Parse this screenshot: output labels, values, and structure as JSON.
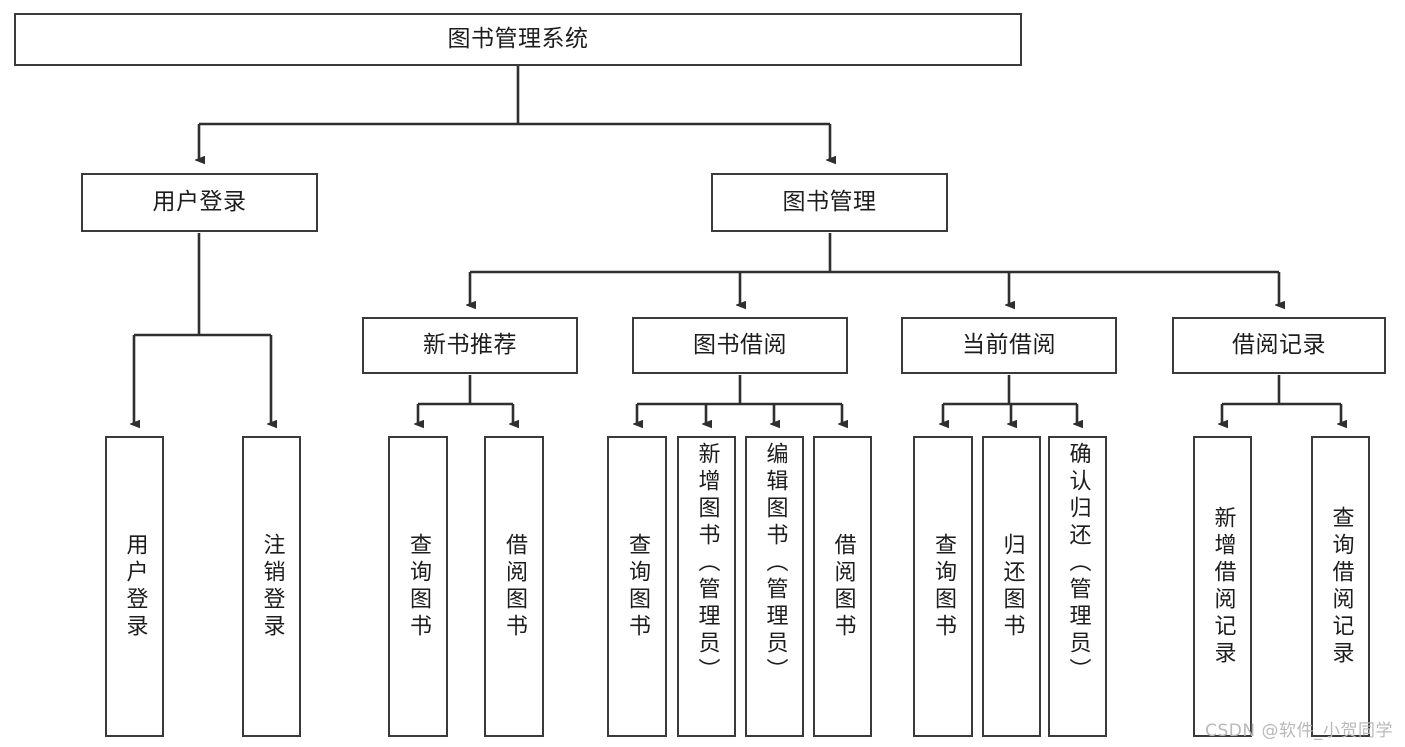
{
  "diagram": {
    "title": "图书管理系统",
    "type": "tree-hierarchy-chart",
    "root": {
      "label": "图书管理系统"
    },
    "level2": [
      {
        "label": "用户登录"
      },
      {
        "label": "图书管理"
      }
    ],
    "level3": [
      {
        "label": "新书推荐"
      },
      {
        "label": "图书借阅"
      },
      {
        "label": "当前借阅"
      },
      {
        "label": "借阅记录"
      }
    ],
    "leaves": {
      "user_login": [
        {
          "label": "用户登录"
        },
        {
          "label": "注销登录"
        }
      ],
      "new_book_recommend": [
        {
          "label": "查询图书"
        },
        {
          "label": "借阅图书"
        }
      ],
      "book_borrow": [
        {
          "label": "查询图书"
        },
        {
          "label": "新增图书（管理员）"
        },
        {
          "label": "编辑图书（管理员）"
        },
        {
          "label": "借阅图书"
        }
      ],
      "current_borrow": [
        {
          "label": "查询图书"
        },
        {
          "label": "归还图书"
        },
        {
          "label": "确认归还（管理员）"
        }
      ],
      "borrow_record": [
        {
          "label": "新增借阅记录"
        },
        {
          "label": "查询借阅记录"
        }
      ]
    }
  },
  "watermark": {
    "text": "CSDN @软件_小贺同学"
  },
  "colors": {
    "stroke": "#3a3a3a",
    "fill": "#ffffff",
    "text": "#1d1d1d",
    "watermark": "#b9b9b9"
  }
}
